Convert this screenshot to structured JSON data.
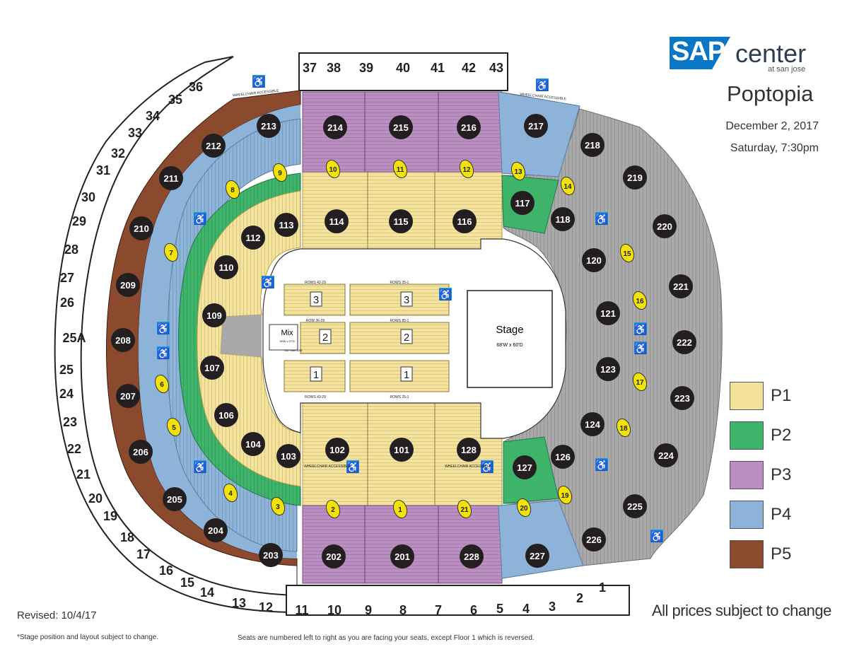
{
  "header": {
    "logo_sap": "SAP",
    "logo_center": "center",
    "logo_sub": "at san jose",
    "event_title": "Poptopia",
    "event_date": "December 2, 2017",
    "event_time": "Saturday, 7:30pm"
  },
  "legend": [
    {
      "label": "P1",
      "color": "#f6e39b"
    },
    {
      "label": "P2",
      "color": "#3eb46a"
    },
    {
      "label": "P3",
      "color": "#bb8ec2"
    },
    {
      "label": "P4",
      "color": "#8db3d8"
    },
    {
      "label": "P5",
      "color": "#8b4a2e"
    }
  ],
  "colors": {
    "p1": "#f6e39b",
    "p2": "#3eb46a",
    "p3": "#bb8ec2",
    "p4": "#8db3d8",
    "p5": "#8b4a2e",
    "unpriced": "#a9a9a9",
    "section_badge": "#231f20",
    "portal": "#f2e20a",
    "wheelchair": "#1b9bd8",
    "aisle": "#c8274b"
  },
  "sections_upper": [
    "201",
    "202",
    "203",
    "204",
    "205",
    "206",
    "207",
    "208",
    "209",
    "210",
    "211",
    "212",
    "213",
    "214",
    "215",
    "216",
    "217",
    "218",
    "219",
    "220",
    "221",
    "222",
    "223",
    "224",
    "225",
    "226",
    "227",
    "228"
  ],
  "sections_lower": [
    "101",
    "102",
    "103",
    "104",
    "106",
    "107",
    "109",
    "110",
    "112",
    "113",
    "114",
    "115",
    "116",
    "117",
    "118",
    "120",
    "121",
    "123",
    "124",
    "126",
    "127",
    "128"
  ],
  "portals": [
    "1",
    "2",
    "3",
    "4",
    "5",
    "6",
    "7",
    "8",
    "9",
    "10",
    "11",
    "12",
    "13",
    "14",
    "15",
    "16",
    "17",
    "18",
    "19",
    "20",
    "21"
  ],
  "suites": [
    "1",
    "2",
    "3",
    "4",
    "5",
    "6",
    "7",
    "8",
    "9",
    "10",
    "11",
    "12",
    "13",
    "14",
    "15",
    "16",
    "17",
    "18",
    "19",
    "20",
    "21",
    "22",
    "23",
    "24",
    "25",
    "25A",
    "26",
    "27",
    "28",
    "29",
    "30",
    "31",
    "32",
    "33",
    "34",
    "35",
    "36",
    "37",
    "38",
    "39",
    "40",
    "41",
    "42",
    "43"
  ],
  "floor": {
    "stage_label": "Stage",
    "stage_dims": "68'W x 60'D",
    "mix_label": "Mix",
    "mix_dims": "30'W x 27'D",
    "mix_note": "112' from DSE",
    "row_labels": [
      "ROWS 42-29",
      "ROWS 25-1",
      "ROW 36-29",
      "ROWS 85-1",
      "ROWS 43-29",
      "ROWS 25-1"
    ],
    "blocks": [
      "3",
      "3",
      "2",
      "2",
      "1",
      "1"
    ]
  },
  "wheelchair_text": [
    "WHEELCHAIR ACCESSIBLE",
    "WHEELCHAIR ACCESSIBLE",
    "WHEELCHAIR ACCESSIBLE",
    "WHEELCHAIR ACCESSIBLE"
  ],
  "footer": {
    "revised": "Revised: 10/4/17",
    "stage_note": "*Stage position and layout subject to change.",
    "seat_note": "Seats are numbered left to right as you are facing your seats, except Floor 1 which is reversed.",
    "price_note": "All prices subject to change"
  }
}
